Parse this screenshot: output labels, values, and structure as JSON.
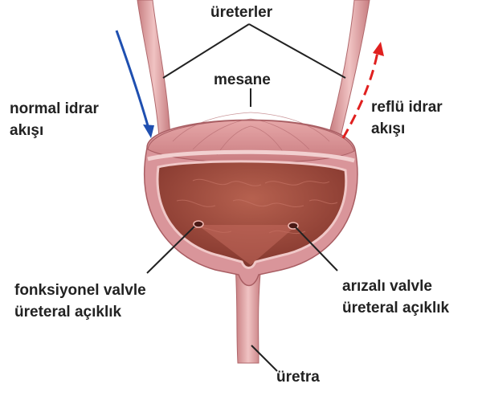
{
  "labels": {
    "ureters": "üreterler",
    "bladder": "mesane",
    "normal_flow_line1": "normal idrar",
    "normal_flow_line2": "akışı",
    "reflux_flow_line1": "reflü idrar",
    "reflux_flow_line2": "akışı",
    "functional_valve_line1": "fonksiyonel valvle",
    "functional_valve_line2": "üreteral açıklık",
    "faulty_valve_line1": "arızalı valvle",
    "faulty_valve_line2": "üreteral açıklık",
    "urethra": "üretra"
  },
  "colors": {
    "normal_flow_arrow": "#1f4fb0",
    "reflux_flow_arrow": "#e0201f",
    "bladder_outer": "#d98f93",
    "bladder_inner": "#9c4a3e",
    "leader_line": "#222222"
  }
}
